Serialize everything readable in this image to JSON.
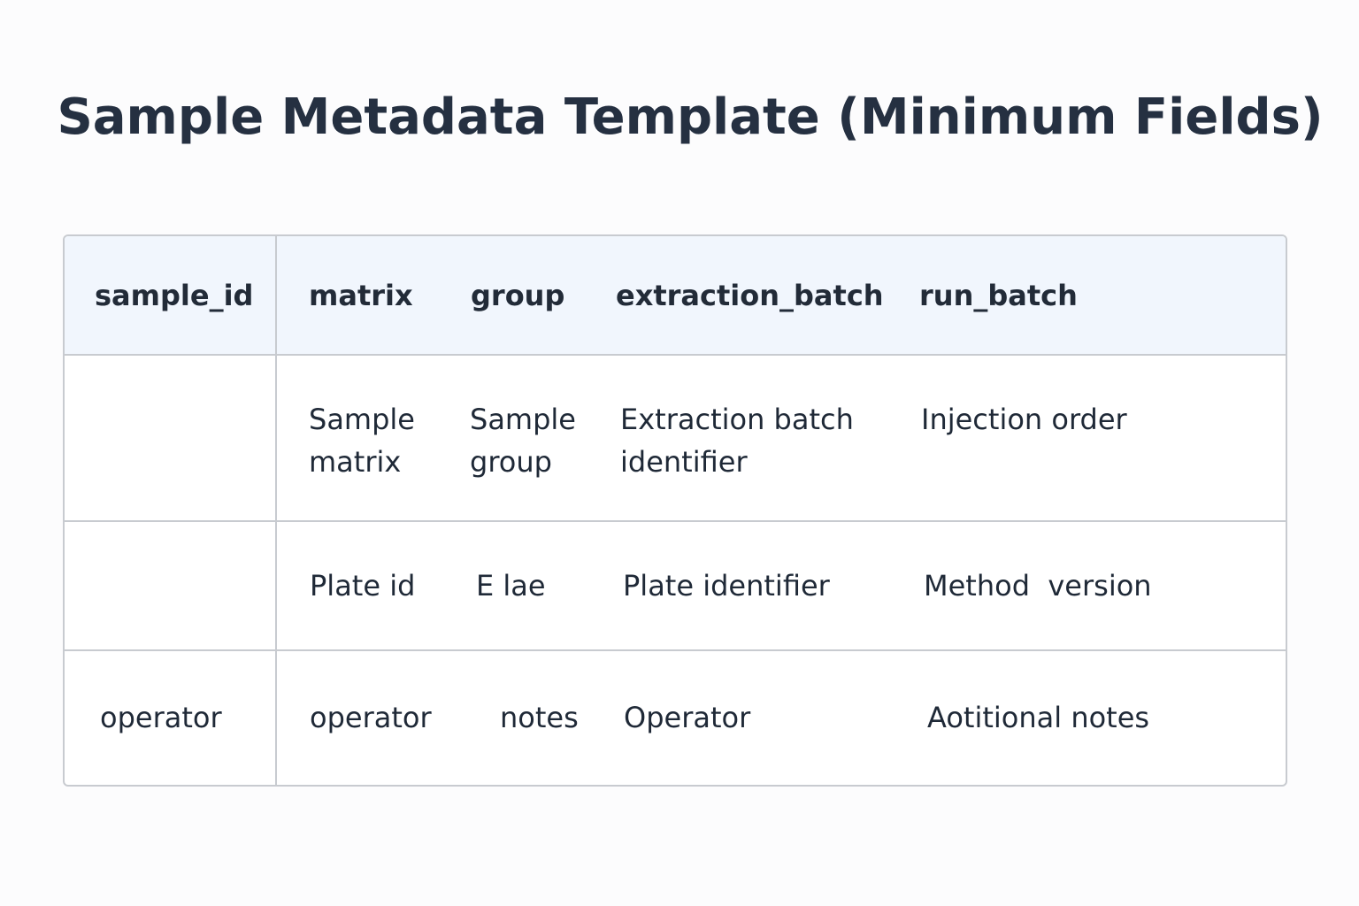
{
  "title": "Sample Metadata Template (Minimum Fields)",
  "table": {
    "header": [
      "sample_id",
      "matrix",
      "group",
      "extraction_batch",
      "run_batch"
    ],
    "rows": [
      [
        "",
        "Sample\nmatrix",
        "Sample\ngroup",
        "Extraction batch\nidentifier",
        "Injection order"
      ],
      [
        "",
        "Plate id",
        "E lae",
        "Plate identifier",
        "Method  version"
      ],
      [
        "operator",
        "operator",
        "notes",
        "Operator",
        "Aotitional notes"
      ]
    ]
  }
}
